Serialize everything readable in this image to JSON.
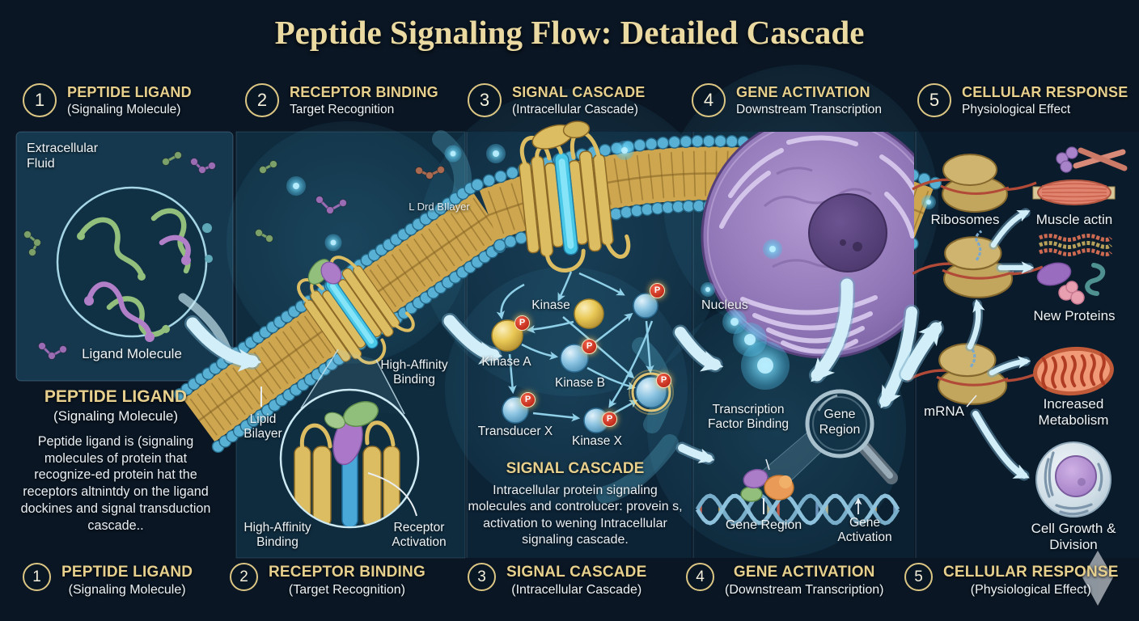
{
  "title": "Peptide Signaling Flow: Detailed Cascade",
  "stages_top": [
    {
      "number": "1",
      "title": "PEPTIDE LIGAND",
      "subtitle": "(Signaling Molecule)"
    },
    {
      "number": "2",
      "title": "RECEPTOR BINDING",
      "subtitle": "Target Recognition"
    },
    {
      "number": "3",
      "title": "SIGNAL CASCADE",
      "subtitle": "(Intracellular Cascade)"
    },
    {
      "number": "4",
      "title": "GENE ACTIVATION",
      "subtitle": "Downstream Transcription"
    },
    {
      "number": "5",
      "title": "CELLULAR RESPONSE",
      "subtitle": "Physiological Effect"
    }
  ],
  "stages_bottom": [
    {
      "number": "1",
      "title": "PEPTIDE LIGAND",
      "subtitle": "(Signaling Molecule)"
    },
    {
      "number": "2",
      "title": "RECEPTOR BINDING",
      "subtitle": "(Target Recognition)"
    },
    {
      "number": "3",
      "title": "SIGNAL CASCADE",
      "subtitle": "(Intracellular Cascade)"
    },
    {
      "number": "4",
      "title": "GENE ACTIVATION",
      "subtitle": "(Downstream Transcription)"
    },
    {
      "number": "5",
      "title": "CELLULAR RESPONSE",
      "subtitle": "(Physiological Effect)"
    }
  ],
  "panel1": {
    "fluid_label": "Extracellular Fluid",
    "ligand_label": "Ligand Molecule",
    "heading": "PEPTIDE LIGAND",
    "subheading": "(Signaling Molecule)",
    "body": "Peptide ligand is (signaling molecules of protein that recognize-ed protein hat the receptors altnintdy on the ligand dockines and signal transduction cascade.."
  },
  "panel2": {
    "membrane_label": "L Drd BIlayer",
    "lipid_label": "Lipid Bilayer",
    "affinity_top": "High-Affinity Binding",
    "affinity_bottom": "High-Affinity Binding",
    "activation_label": "Receptor Activation"
  },
  "panel3": {
    "kinase": "Kinase",
    "kinase_a": "Kinase A",
    "kinase_b": "Kinase B",
    "transducer_x": "Transducer X",
    "kinase_x": "Kinase X",
    "p_badge": "P",
    "heading": "SIGNAL CASCADE",
    "body": "Intracellular protein signaling molecules and controlucer: provein s, activation to wening Intracellular signaling cascade."
  },
  "panel4": {
    "nucleus_label": "Nucleus",
    "tf_label": "Transcription Factor Binding",
    "magnifier_label": "Gene Region",
    "gene_region_label": "Gene Region",
    "gene_activation_label": "Gene Activation"
  },
  "panel5": {
    "ribosomes": "Ribosomes",
    "muscle_actin": "Muscle actin",
    "new_proteins": "New Proteins",
    "mrna": "mRNA",
    "metabolism": "Increased Metabolism",
    "cell_growth": "Cell Growth & Division"
  },
  "colors": {
    "background": "#0a1623",
    "title_gold": "#ead9a0",
    "heading_gold": "#e7d08d",
    "label_white": "#eef3f6",
    "arrow_cyan": "#d2eef9",
    "membrane_tan": "#cda64f",
    "membrane_bead_blue": "#58b1d5",
    "p_badge_red": "#c22d1c",
    "nucleus_purple": "#8b71b2"
  }
}
